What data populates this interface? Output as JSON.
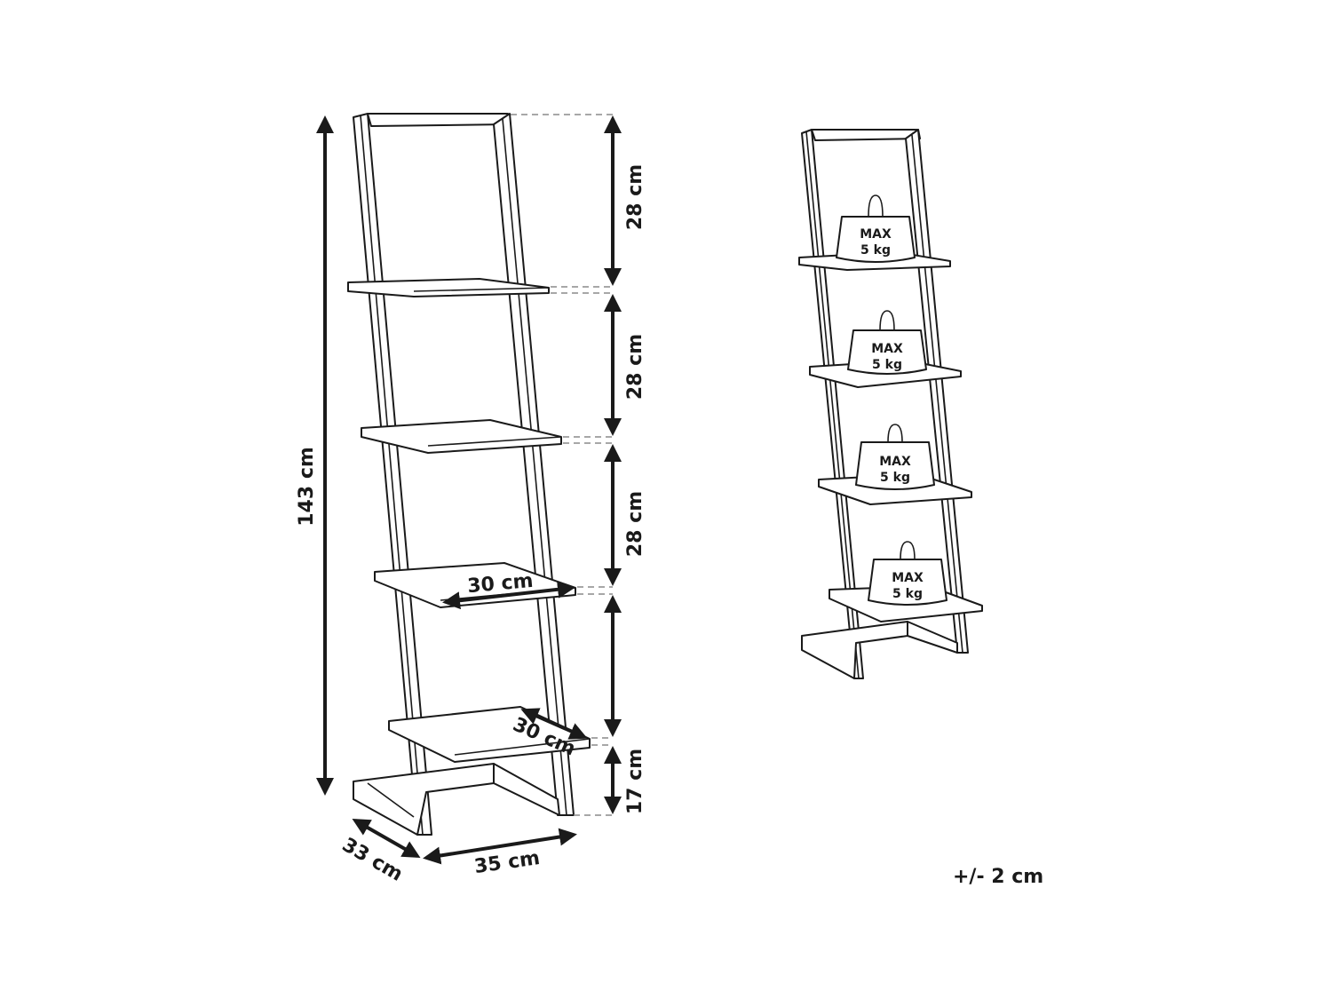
{
  "diagram": {
    "left": {
      "total_height": "143 cm",
      "intervals": [
        {
          "label": "28 cm"
        },
        {
          "label": "28 cm"
        },
        {
          "label": "28 cm"
        },
        {
          "label": ""
        },
        {
          "label": "17 cm"
        }
      ],
      "shelf_width": "30 cm",
      "shelf_depth": "30 cm",
      "base_depth": "33 cm",
      "base_width": "35 cm"
    },
    "right": {
      "weights": [
        {
          "line1": "MAX",
          "line2": "5 kg"
        },
        {
          "line1": "MAX",
          "line2": "5 kg"
        },
        {
          "line1": "MAX",
          "line2": "5 kg"
        },
        {
          "line1": "MAX",
          "line2": "5 kg"
        }
      ]
    },
    "tolerance": "+/- 2 cm"
  }
}
